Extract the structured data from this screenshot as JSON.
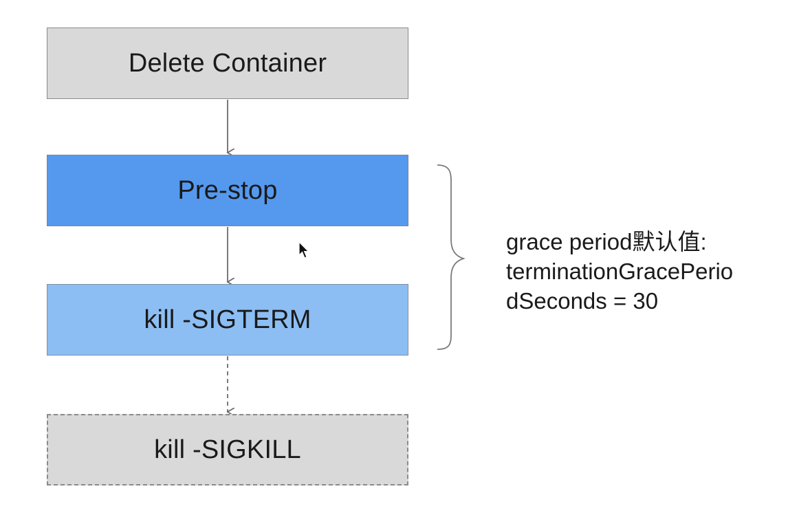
{
  "diagram": {
    "steps": [
      {
        "label": "Delete Container"
      },
      {
        "label": "Pre-stop"
      },
      {
        "label": "kill -SIGTERM"
      },
      {
        "label": "kill -SIGKILL"
      }
    ],
    "note_lines": [
      "grace period默认值:",
      "terminationGracePerio",
      "dSeconds = 30"
    ]
  },
  "colors": {
    "gray_box": "#d9d9d9",
    "prestop_blue": "#5599ee",
    "sigterm_blue": "#8cbef3",
    "connector": "#6b6b6b"
  }
}
